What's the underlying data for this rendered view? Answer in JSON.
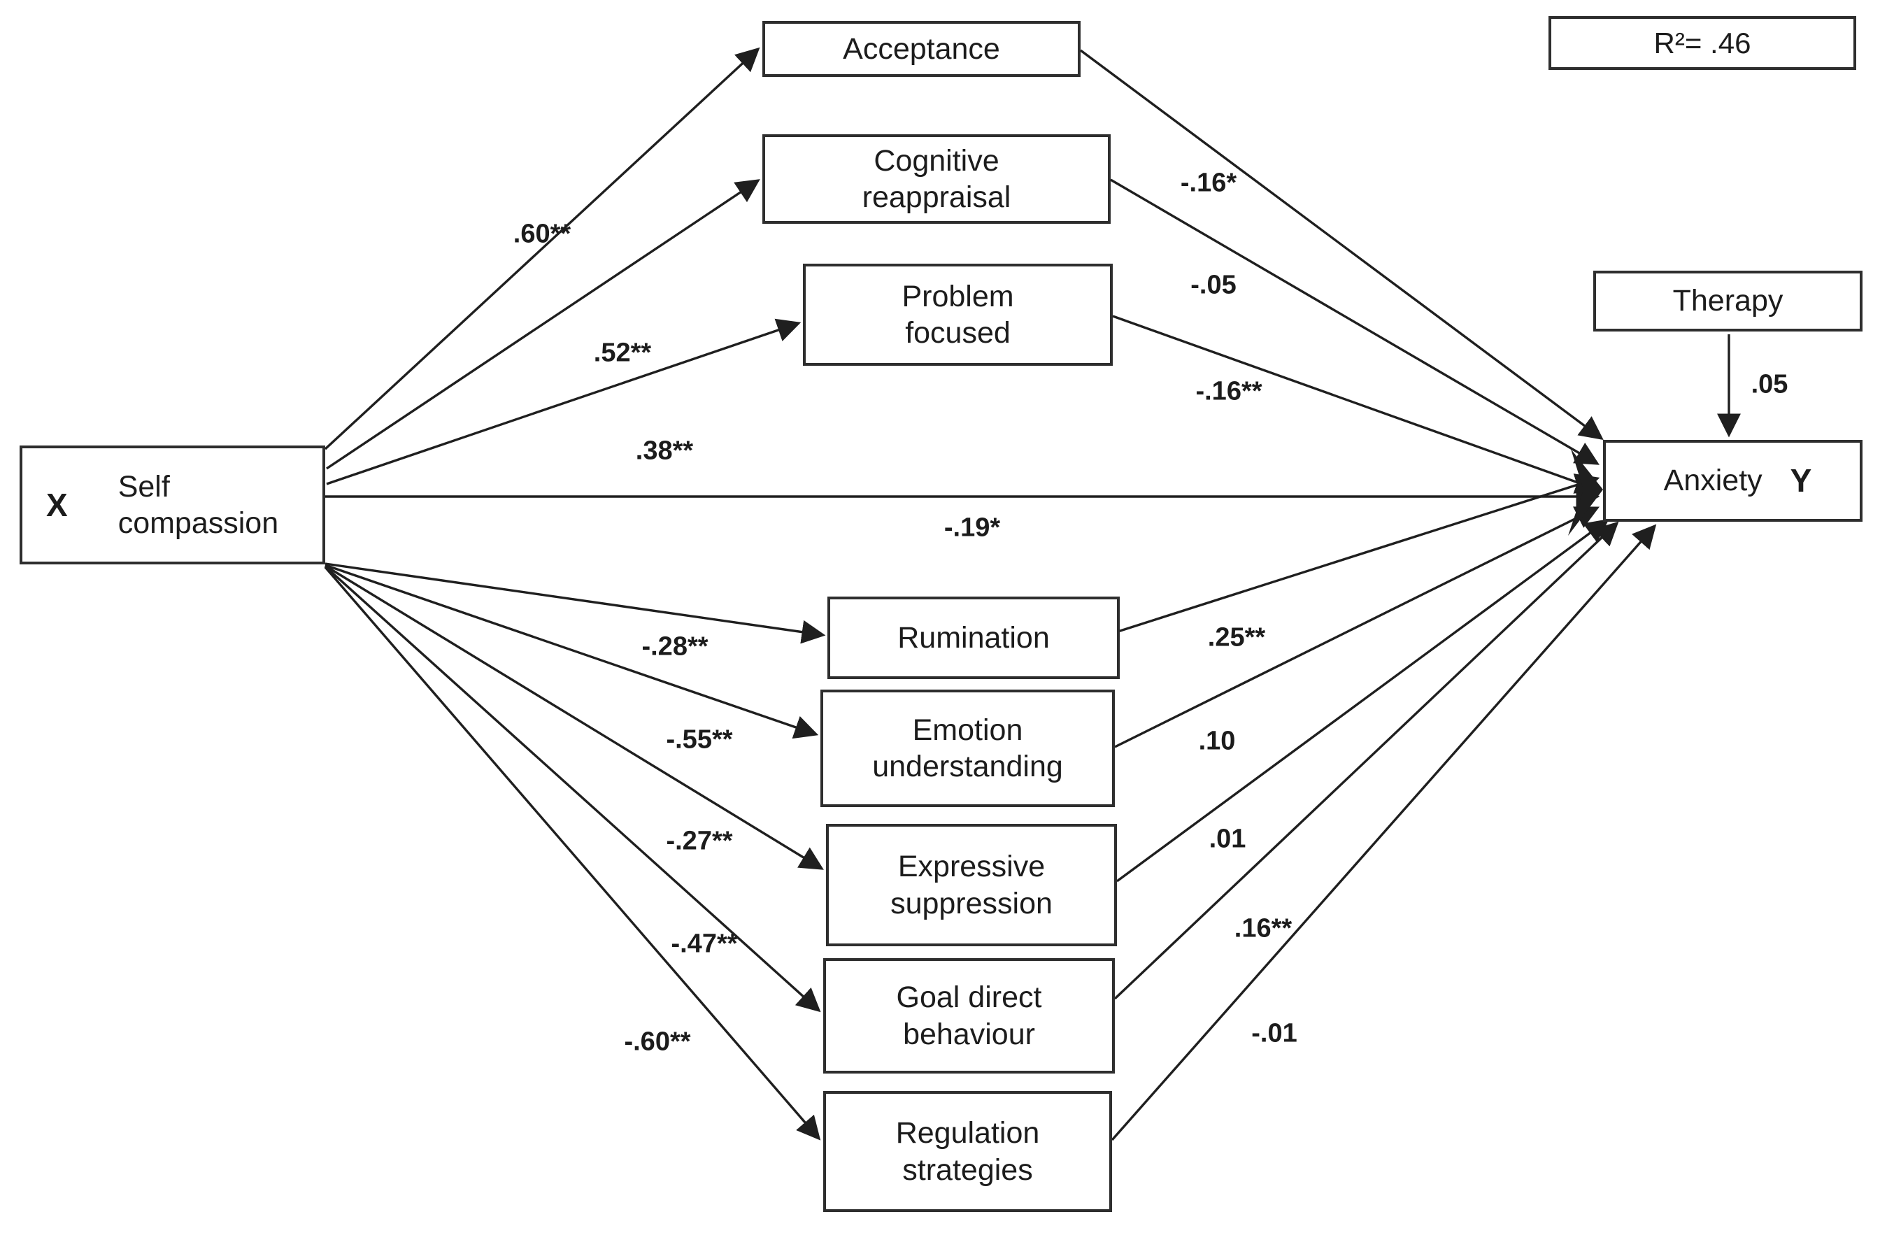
{
  "figure": {
    "r2_label": "R²= .46",
    "predictor": {
      "tag": "X",
      "label": "Self compassion"
    },
    "outcome": {
      "tag": "Y",
      "label": "Anxiety"
    },
    "covariate": {
      "label": "Therapy",
      "coef": ".05"
    },
    "direct_path_coef": "-.19*",
    "mediators": [
      {
        "label": "Acceptance",
        "a": ".60**",
        "b": "-.16*"
      },
      {
        "label": "Cognitive reappraisal",
        "a": ".52**",
        "b": "-.05"
      },
      {
        "label": "Problem focused",
        "a": ".38**",
        "b": "-.16**"
      },
      {
        "label": "Rumination",
        "a": "-.28**",
        "b": ".25**"
      },
      {
        "label": "Emotion understanding",
        "a": "-.55**",
        "b": ".10"
      },
      {
        "label": "Expressive suppression",
        "a": "-.27**",
        "b": ".01"
      },
      {
        "label": "Goal direct behaviour",
        "a": "-.47**",
        "b": ".16**"
      },
      {
        "label": "Regulation strategies",
        "a": "-.60**",
        "b": "-.01"
      }
    ],
    "colors": {
      "line": "#1f1f1f",
      "box_border": "#2e2e2e",
      "text": "#1c1c1c",
      "background": "#ffffff"
    }
  }
}
